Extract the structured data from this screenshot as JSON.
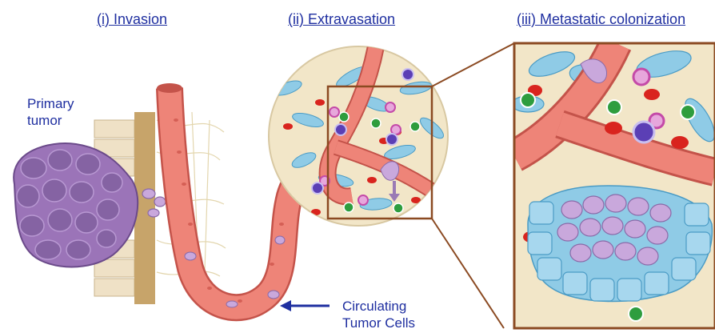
{
  "titles": {
    "invasion": "(i) Invasion",
    "extravasation": "(ii) Extravasation",
    "colonization": "(iii) Metastatic colonization"
  },
  "labels": {
    "primary_tumor_line1": "Primary",
    "primary_tumor_line2": "tumor",
    "circulating_line1": "Circulating",
    "circulating_line2": "Tumor Cells"
  },
  "colors": {
    "label_text": "#1f2fa0",
    "vessel": "#e8756a",
    "tumor": "#9b74b8",
    "inset_frame": "#8b4a22",
    "stroma": "#f2e6c8",
    "endothelial": "#8fcbe6"
  }
}
